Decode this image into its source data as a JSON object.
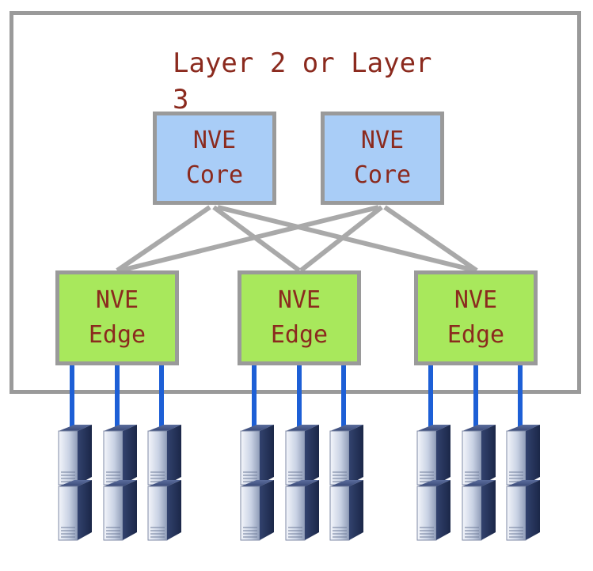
{
  "network_label": "Layer 2 or Layer 3",
  "core_nodes": [
    {
      "line1": "NVE",
      "line2": "Core"
    },
    {
      "line1": "NVE",
      "line2": "Core"
    }
  ],
  "edge_nodes": [
    {
      "line1": "NVE",
      "line2": "Edge",
      "server_count": 3
    },
    {
      "line1": "NVE",
      "line2": "Edge",
      "server_count": 3
    },
    {
      "line1": "NVE",
      "line2": "Edge",
      "server_count": 3
    }
  ],
  "colors": {
    "frame": "#9a9a9a",
    "core_fill": "#a9cdf7",
    "edge_fill": "#a8e85c",
    "text": "#8b2a1e",
    "mesh_link": "#a9a9a9",
    "server_link": "#1d5fd6",
    "server_body": "#2b3a64"
  },
  "icons": {
    "server": "server-tower-icon"
  }
}
